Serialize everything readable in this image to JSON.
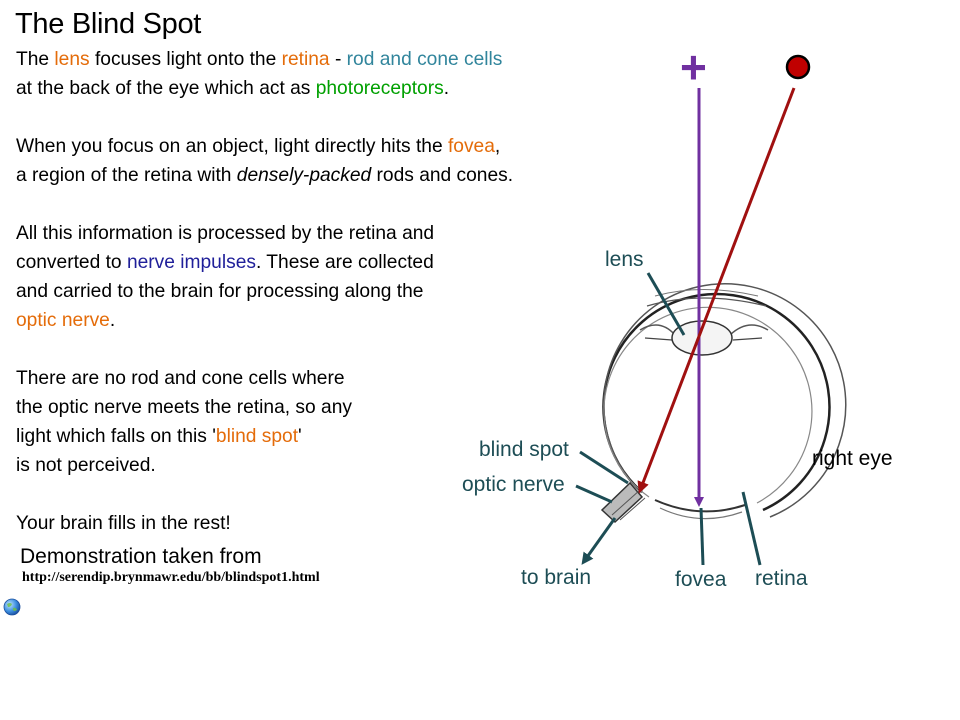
{
  "title": "The Blind Spot",
  "paragraphs": {
    "p1": {
      "l1_a": "The ",
      "l1_lens": "lens",
      "l1_b": " focuses light onto the ",
      "l1_retina": "retina",
      "l1_c": " - ",
      "l1_rods": "rod and cone cells",
      "l2_a": "at the back of the eye which act as ",
      "l2_photo": "photoreceptors",
      "l2_b": "."
    },
    "p2": {
      "l1_a": "When you focus on an object, light directly hits the ",
      "l1_fovea": "fovea",
      "l1_b": ",",
      "l2_a": "a region of the retina with ",
      "l2_dense": "densely-packed",
      "l2_b": " rods and cones."
    },
    "p3": {
      "l1": "All this information is processed by the retina and",
      "l2_a": "converted to ",
      "l2_nerve": "nerve impulses",
      "l2_b": ". These are collected",
      "l3": "and carried to the brain for processing along the",
      "l4_optic": "optic nerve",
      "l4_b": "."
    },
    "p4": {
      "l1": "There are no rod and cone cells where",
      "l2": "the optic nerve meets the retina, so any",
      "l3_a": "light which falls on this '",
      "l3_blind": "blind spot",
      "l3_b": "'",
      "l4": "is not perceived."
    },
    "p5": {
      "l1": "Your brain fills in the rest!"
    }
  },
  "demo": {
    "caption": "Demonstration taken from",
    "link": "http://serendip.brynmawr.edu/bb/blindspot1.html"
  },
  "diagram": {
    "cross_symbol": "+",
    "labels": {
      "lens": "lens",
      "blind_spot": "blind spot",
      "optic_nerve": "optic nerve",
      "to_brain": "to brain",
      "fovea": "fovea",
      "retina": "retina",
      "right_eye": "right eye"
    },
    "colors": {
      "cross_line": "#7030a0",
      "dot_line": "#a01010",
      "dot_fill": "#c00000",
      "label_arrows": "#1d4d55"
    }
  },
  "icons": {
    "globe": "globe-icon"
  }
}
